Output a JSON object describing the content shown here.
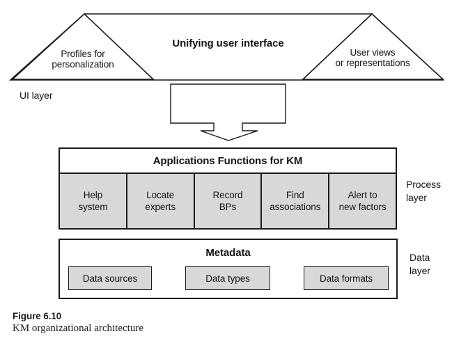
{
  "diagram": {
    "ui_layer": {
      "label": "UI layer",
      "trapezoid_title": "Unifying user interface",
      "left_triangle": {
        "line1": "Profiles for",
        "line2": "personalization"
      },
      "right_triangle": {
        "line1": "User views",
        "line2": "or representations"
      }
    },
    "process_layer": {
      "label_line1": "Process",
      "label_line2": "layer",
      "box_title": "Applications Functions for KM",
      "cells": [
        {
          "line1": "Help",
          "line2": "system"
        },
        {
          "line1": "Locate",
          "line2": "experts"
        },
        {
          "line1": "Record",
          "line2": "BPs"
        },
        {
          "line1": "Find",
          "line2": "associations"
        },
        {
          "line1": "Alert to",
          "line2": "new factors"
        }
      ]
    },
    "data_layer": {
      "label_line1": "Data",
      "label_line2": "layer",
      "box_title": "Metadata",
      "boxes": [
        "Data sources",
        "Data types",
        "Data formats"
      ]
    },
    "caption": {
      "number": "Figure 6.10",
      "title": "KM organizational architecture"
    },
    "colors": {
      "shape_fill_gray": "#d8d8d8",
      "line_color": "#1a1a1a"
    }
  }
}
